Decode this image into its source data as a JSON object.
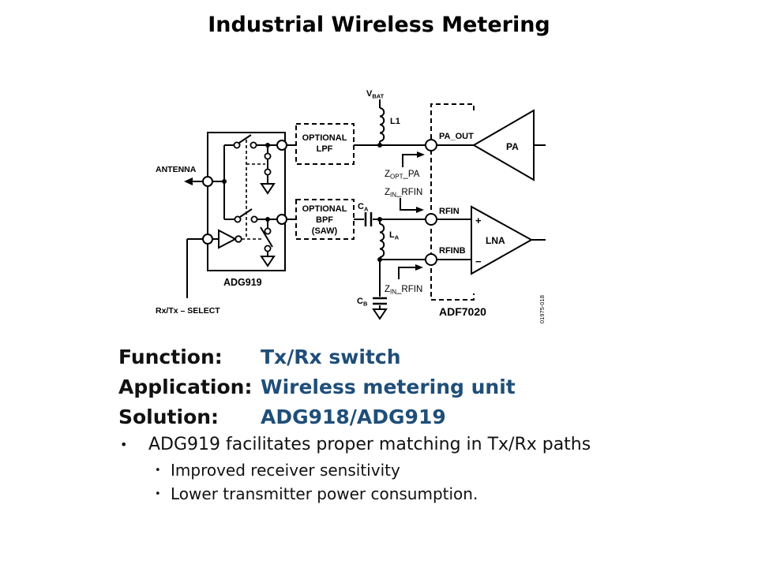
{
  "slide": {
    "title": "Industrial Wireless Metering",
    "background": "#ffffff",
    "accent_color": "#1F4E79",
    "text_color": "#1a1a1a"
  },
  "diagram": {
    "labels": {
      "antenna": "ANTENNA",
      "switch_part": "ADG919",
      "select": "Rx/Tx – SELECT",
      "lpf_l1": "OPTIONAL",
      "lpf_l2": "LPF",
      "bpf_l1": "OPTIONAL",
      "bpf_l2": "BPF",
      "bpf_l3": "(SAW)",
      "vbat_main": "V",
      "vbat_sub": "BAT",
      "l1": "L1",
      "z_main": "Z",
      "zopt_sub": "OPT",
      "zopt_rest": "_PA",
      "zin_sub": "IN",
      "zin_rest": "_RFIN",
      "ca_main": "C",
      "ca_sub": "A",
      "la_main": "L",
      "la_sub": "A",
      "cb_main": "C",
      "cb_sub": "B",
      "pa_out": "PA_OUT",
      "rfin": "RFIN",
      "rfinb": "RFINB",
      "pa": "PA",
      "lna": "LNA",
      "lna_plus": "+",
      "lna_minus": "−",
      "transceiver_part": "ADF7020",
      "figure_code": "01975-018"
    }
  },
  "info": {
    "rows": [
      {
        "label": "Function:",
        "value": "Tx/Rx switch"
      },
      {
        "label": "Application:",
        "value": "Wireless metering unit"
      },
      {
        "label": "Solution:",
        "value": "ADG918/ADG919"
      }
    ],
    "bullet_symbol": "•",
    "bullet": "ADG919 facilitates proper matching in Tx/Rx paths",
    "sub_bullets": [
      "Improved receiver sensitivity",
      "Lower transmitter power consumption."
    ]
  }
}
